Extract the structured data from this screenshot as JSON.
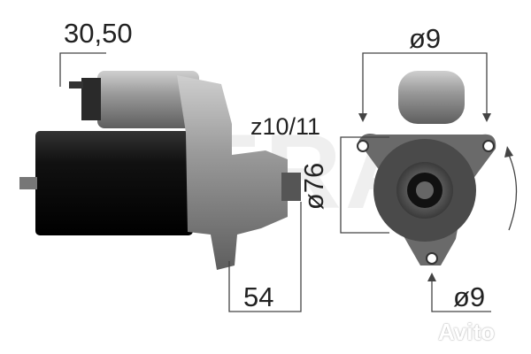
{
  "dimensions": {
    "solenoid_length": "30,50",
    "pinion_teeth": "z10/11",
    "pinion_offset": "54",
    "top_hole_diameter": "ø9",
    "flange_diameter": "ø76",
    "bottom_hole_diameter": "ø9"
  },
  "watermark": "ERA",
  "marketplace_logo": "Avito",
  "colors": {
    "motor_body": "#111111",
    "housing": "#8a8a8a",
    "lines": "#444444"
  }
}
